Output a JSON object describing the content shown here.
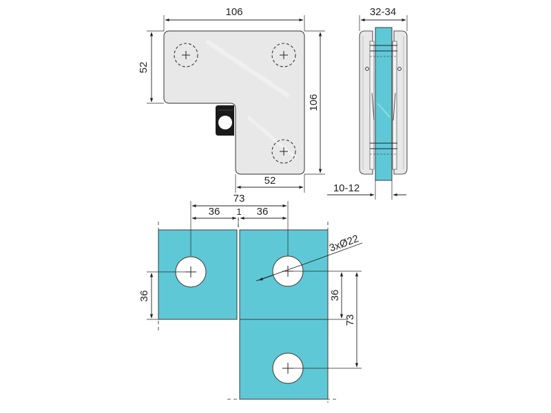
{
  "colors": {
    "background": "#ffffff",
    "metal": "#e8e8e8",
    "metal_edge": "#555555",
    "glass": "#5fc8d6",
    "glass_edge": "#3a3a3a",
    "line": "#222222",
    "gasket": "#1a1a1a"
  },
  "dimensions": {
    "top_width": "106",
    "left_height": "52",
    "right_height": "106",
    "bottom_width": "52",
    "side_thickness": "32-34",
    "glass_thickness": "10-12",
    "hole_span": "73",
    "hole_offset_left": "36",
    "gap": "1",
    "hole_offset_right": "36",
    "hole_spec": "3xØ22",
    "left_vertical": "36",
    "right_vertical_short": "36",
    "right_vertical_long": "73"
  },
  "icons": {
    "hole_marker": "crosshair-icon",
    "gasket": "rubber-gasket-icon"
  }
}
